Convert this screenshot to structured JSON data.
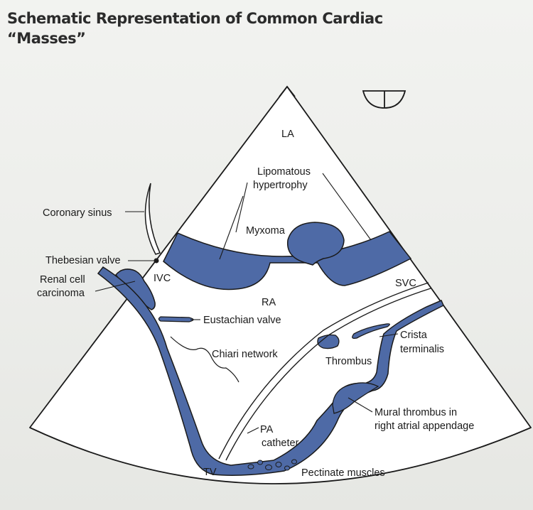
{
  "title": {
    "line1": "Schematic Representation of Common Cardiac",
    "line2": "“Masses”"
  },
  "labels": {
    "la": "LA",
    "lipomatous_1": "Lipomatous",
    "lipomatous_2": "hypertrophy",
    "coronary_sinus": "Coronary sinus",
    "myxoma": "Myxoma",
    "thebesian_valve": "Thebesian valve",
    "renal_1": "Renal cell",
    "renal_2": "carcinoma",
    "ivc": "IVC",
    "svc": "SVC",
    "ra": "RA",
    "eustachian_valve": "Eustachian valve",
    "crista_1": "Crista",
    "crista_2": "terminalis",
    "chiari_network": "Chiari network",
    "thrombus": "Thrombus",
    "mural_1": "Mural thrombus in",
    "mural_2": "right atrial appendage",
    "pa_1": "PA",
    "pa_2": "catheter",
    "tv": "TV",
    "pectinate_muscles": "Pectinate muscles"
  },
  "colors": {
    "mass_fill": "#4e6aa6",
    "outline": "#1a1a1a",
    "title": "#2b2b2b"
  }
}
